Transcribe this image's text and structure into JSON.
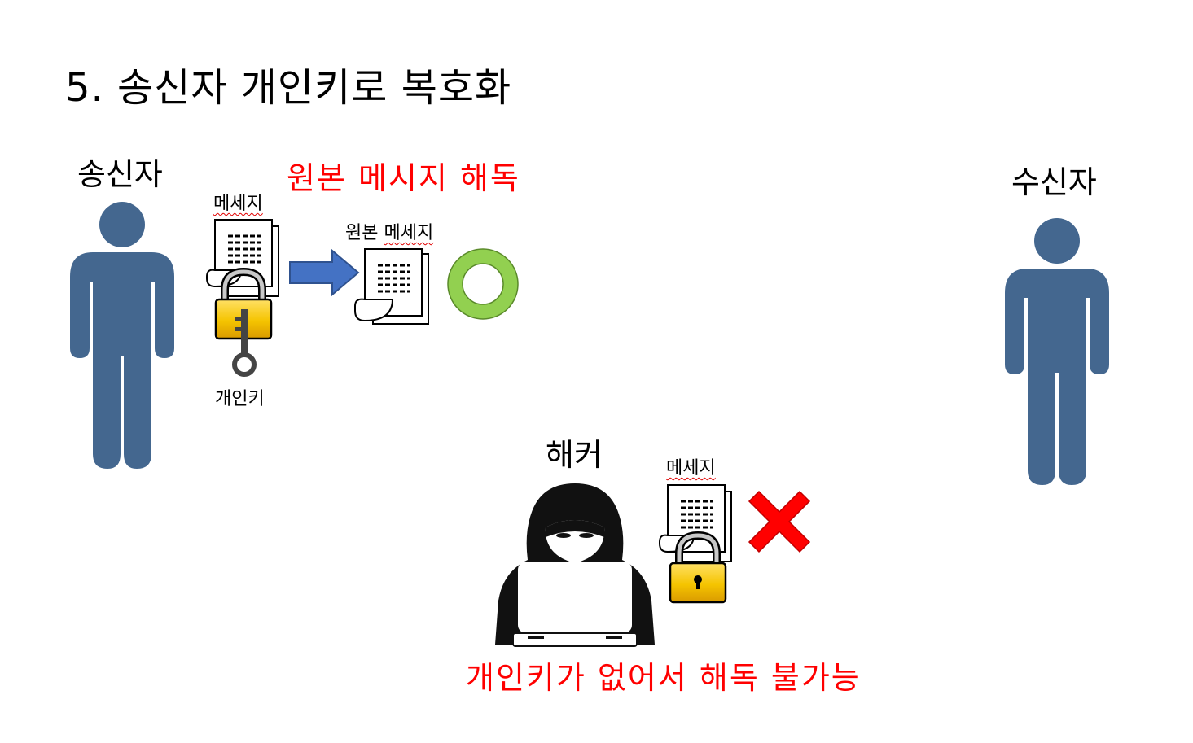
{
  "title": "5. 송신자 개인키로 복호화",
  "sender": {
    "label": "송신자",
    "message_label": "메세지",
    "private_key_label": "개인키"
  },
  "result": {
    "heading": "원본 메시지 해독",
    "original_message_label": "원본 메세지"
  },
  "receiver": {
    "label": "수신자"
  },
  "hacker": {
    "label": "해커",
    "message_label": "메세지",
    "fail_text": "개인키가 없어서 해독 불가능"
  },
  "colors": {
    "person": "#44678f",
    "arrow": "#4472c4",
    "success_ring": "#92d050",
    "fail_cross": "#ff0000",
    "emphasis_text": "#ff0000",
    "lock_gold": "#f5c400",
    "spell_squiggle": "#e00000"
  },
  "icons": {
    "sender": "person-icon",
    "receiver": "person-icon",
    "hacker": "hooded-hacker-icon",
    "document": "document-icon",
    "lock": "padlock-icon",
    "key": "key-icon",
    "arrow": "right-arrow-icon",
    "success": "circle-success-icon",
    "fail": "x-fail-icon"
  }
}
